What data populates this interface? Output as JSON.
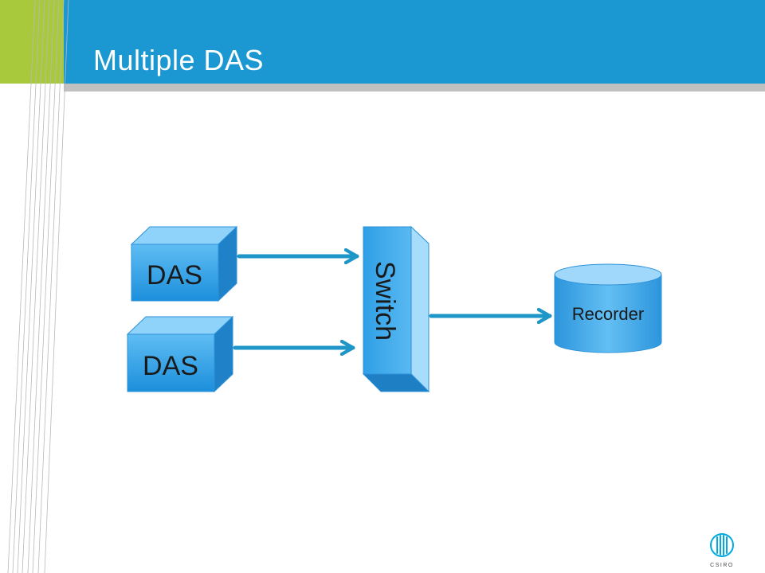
{
  "slide": {
    "title": "Multiple DAS"
  },
  "diagram": {
    "nodes": [
      {
        "id": "das-1",
        "label": "DAS",
        "shape": "cube"
      },
      {
        "id": "das-2",
        "label": "DAS",
        "shape": "cube"
      },
      {
        "id": "switch",
        "label": "Switch",
        "shape": "tall-prism"
      },
      {
        "id": "recorder",
        "label": "Recorder",
        "shape": "cylinder"
      }
    ],
    "edges": [
      {
        "from": "das-1",
        "to": "switch"
      },
      {
        "from": "das-2",
        "to": "switch"
      },
      {
        "from": "switch",
        "to": "recorder"
      }
    ]
  },
  "logo": {
    "text": "CSIRO",
    "color": "#00a9e0"
  },
  "colors": {
    "header_blue": "#1b98d2",
    "header_green": "#a8c93c",
    "node_blue": "#3aa9ec",
    "arrow_blue": "#1f96c8"
  }
}
